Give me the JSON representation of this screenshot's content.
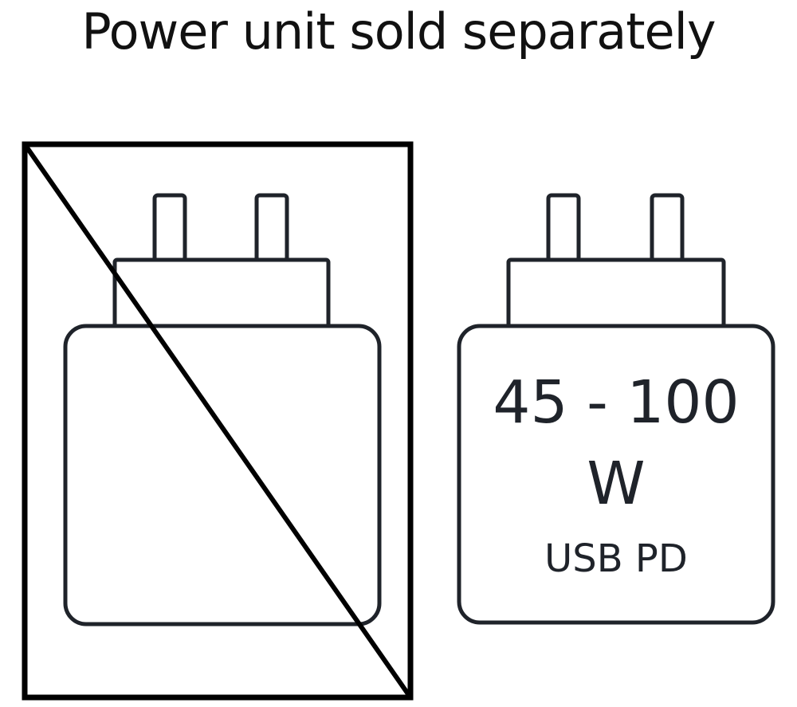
{
  "heading": "Power unit sold separately",
  "right_charger": {
    "wattage_range": "45 - 100",
    "wattage_unit": "W",
    "standard": "USB PD"
  },
  "icons": {
    "left": "crossed-out-plug-charger-icon",
    "right": "plug-charger-icon"
  },
  "colors": {
    "background": "#ffffff",
    "outline": "#1f232a",
    "strike": "#000000"
  }
}
